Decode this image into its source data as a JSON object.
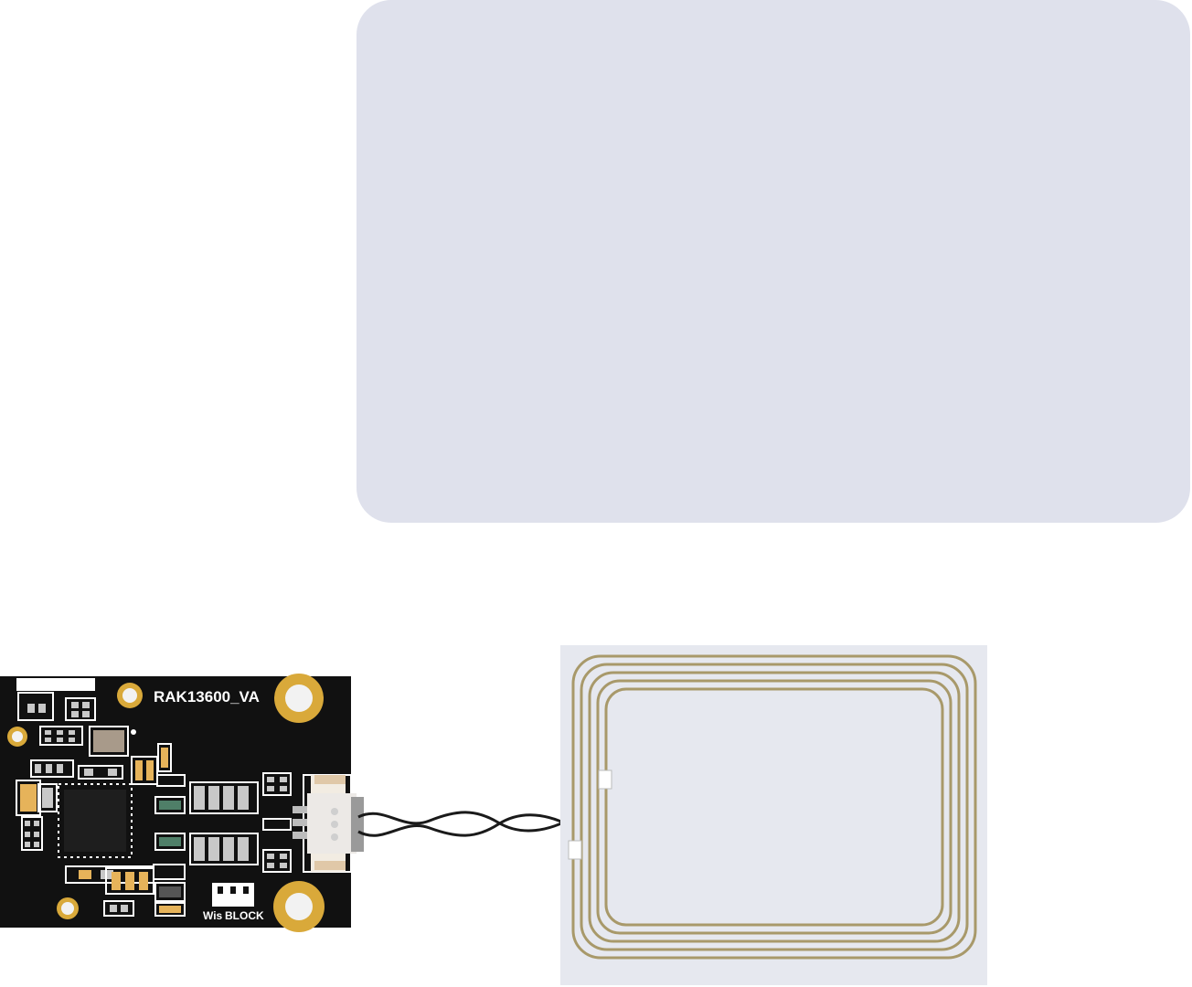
{
  "card": {
    "color": "#dfe1ec"
  },
  "board": {
    "silkscreen_label": "RAK13600_VA",
    "connector_label_left": "Wis",
    "connector_label_right": "BLOCK",
    "pcb_color": "#111111",
    "pad_color": "#d9a93a"
  },
  "antenna": {
    "coil_turns": 5,
    "coil_color": "#a8996a",
    "substrate_color": "#e6e8ef"
  },
  "cable": {
    "color": "#1a1a1a"
  }
}
